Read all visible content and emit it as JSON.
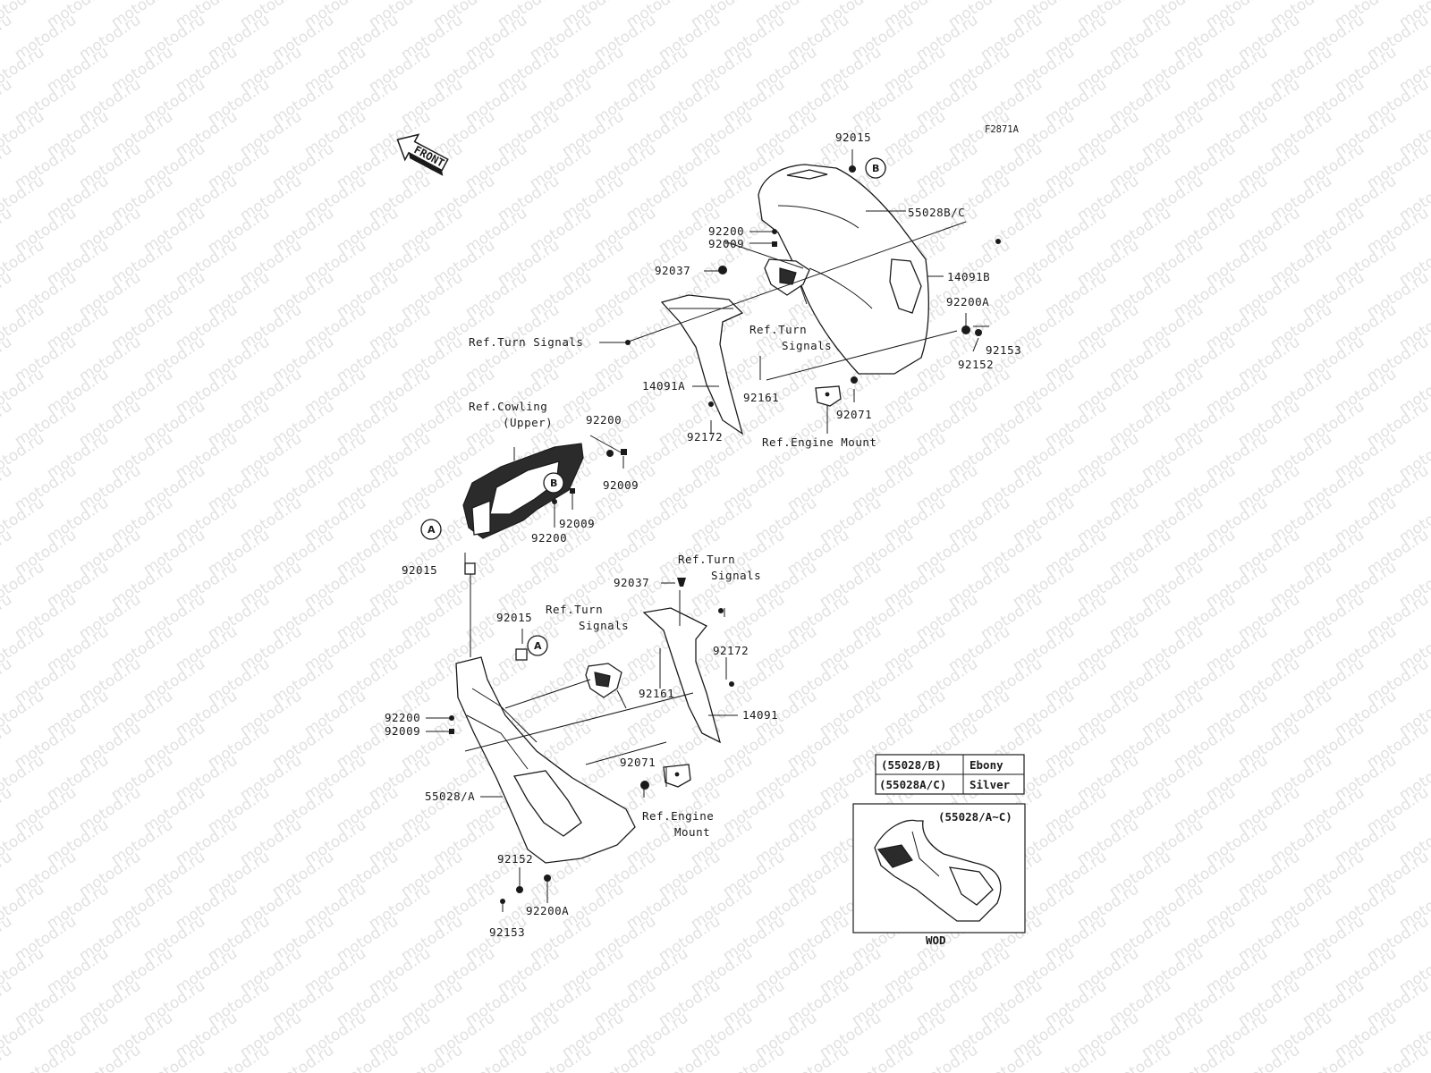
{
  "figure_code": "F2871A",
  "direction_label": "FRONT",
  "watermark_text": "motod.ru",
  "part_labels": [
    {
      "id": "upper-92015",
      "text": "92015"
    },
    {
      "id": "upper-55028bc",
      "text": "55028B/C"
    },
    {
      "id": "upper-92200",
      "text": "92200"
    },
    {
      "id": "upper-92009",
      "text": "92009"
    },
    {
      "id": "upper-92037",
      "text": "92037"
    },
    {
      "id": "upper-14091b",
      "text": "14091B"
    },
    {
      "id": "upper-92200a",
      "text": "92200A"
    },
    {
      "id": "upper-ref-turn-left",
      "text": "Ref.Turn Signals"
    },
    {
      "id": "upper-ref-turn-center-1",
      "text": "Ref.Turn"
    },
    {
      "id": "upper-ref-turn-center-2",
      "text": "Signals"
    },
    {
      "id": "upper-92153",
      "text": "92153"
    },
    {
      "id": "upper-92152",
      "text": "92152"
    },
    {
      "id": "upper-14091a",
      "text": "14091A"
    },
    {
      "id": "upper-92161",
      "text": "92161"
    },
    {
      "id": "upper-92071",
      "text": "92071"
    },
    {
      "id": "upper-92172",
      "text": "92172"
    },
    {
      "id": "upper-ref-engine-mount",
      "text": "Ref.Engine Mount"
    },
    {
      "id": "cowl-ref-1",
      "text": "Ref.Cowling"
    },
    {
      "id": "cowl-ref-2",
      "text": "(Upper)"
    },
    {
      "id": "cowl-92200-top",
      "text": "92200"
    },
    {
      "id": "cowl-92009-right",
      "text": "92009"
    },
    {
      "id": "cowl-92009-mid",
      "text": "92009"
    },
    {
      "id": "cowl-92200-mid",
      "text": "92200"
    },
    {
      "id": "cowl-92015",
      "text": "92015"
    },
    {
      "id": "lower-ref-turn-top-1",
      "text": "Ref.Turn"
    },
    {
      "id": "lower-ref-turn-top-2",
      "text": "Signals"
    },
    {
      "id": "lower-92037",
      "text": "92037"
    },
    {
      "id": "lower-ref-turn-mid-1",
      "text": "Ref.Turn"
    },
    {
      "id": "lower-ref-turn-mid-2",
      "text": "Signals"
    },
    {
      "id": "lower-92015",
      "text": "92015"
    },
    {
      "id": "lower-92172",
      "text": "92172"
    },
    {
      "id": "lower-92161",
      "text": "92161"
    },
    {
      "id": "lower-14091",
      "text": "14091"
    },
    {
      "id": "lower-92200",
      "text": "92200"
    },
    {
      "id": "lower-92009",
      "text": "92009"
    },
    {
      "id": "lower-92071",
      "text": "92071"
    },
    {
      "id": "lower-ref-engine-1",
      "text": "Ref.Engine"
    },
    {
      "id": "lower-ref-engine-2",
      "text": "Mount"
    },
    {
      "id": "lower-55028a",
      "text": "55028/A"
    },
    {
      "id": "lower-92152",
      "text": "92152"
    },
    {
      "id": "lower-92200a",
      "text": "92200A"
    },
    {
      "id": "lower-92153",
      "text": "92153"
    }
  ],
  "ref_markers": [
    {
      "id": "b-top",
      "text": "B"
    },
    {
      "id": "b-cowl",
      "text": "B"
    },
    {
      "id": "a-cowl",
      "text": "A"
    },
    {
      "id": "a-lower",
      "text": "A"
    }
  ],
  "color_table": {
    "rows": [
      {
        "part": "(55028/B)",
        "color": "Ebony"
      },
      {
        "part": "(55028A/C)",
        "color": "Silver"
      }
    ]
  },
  "variant_box": {
    "title": "(55028/A~C)",
    "caption": "WOD"
  }
}
